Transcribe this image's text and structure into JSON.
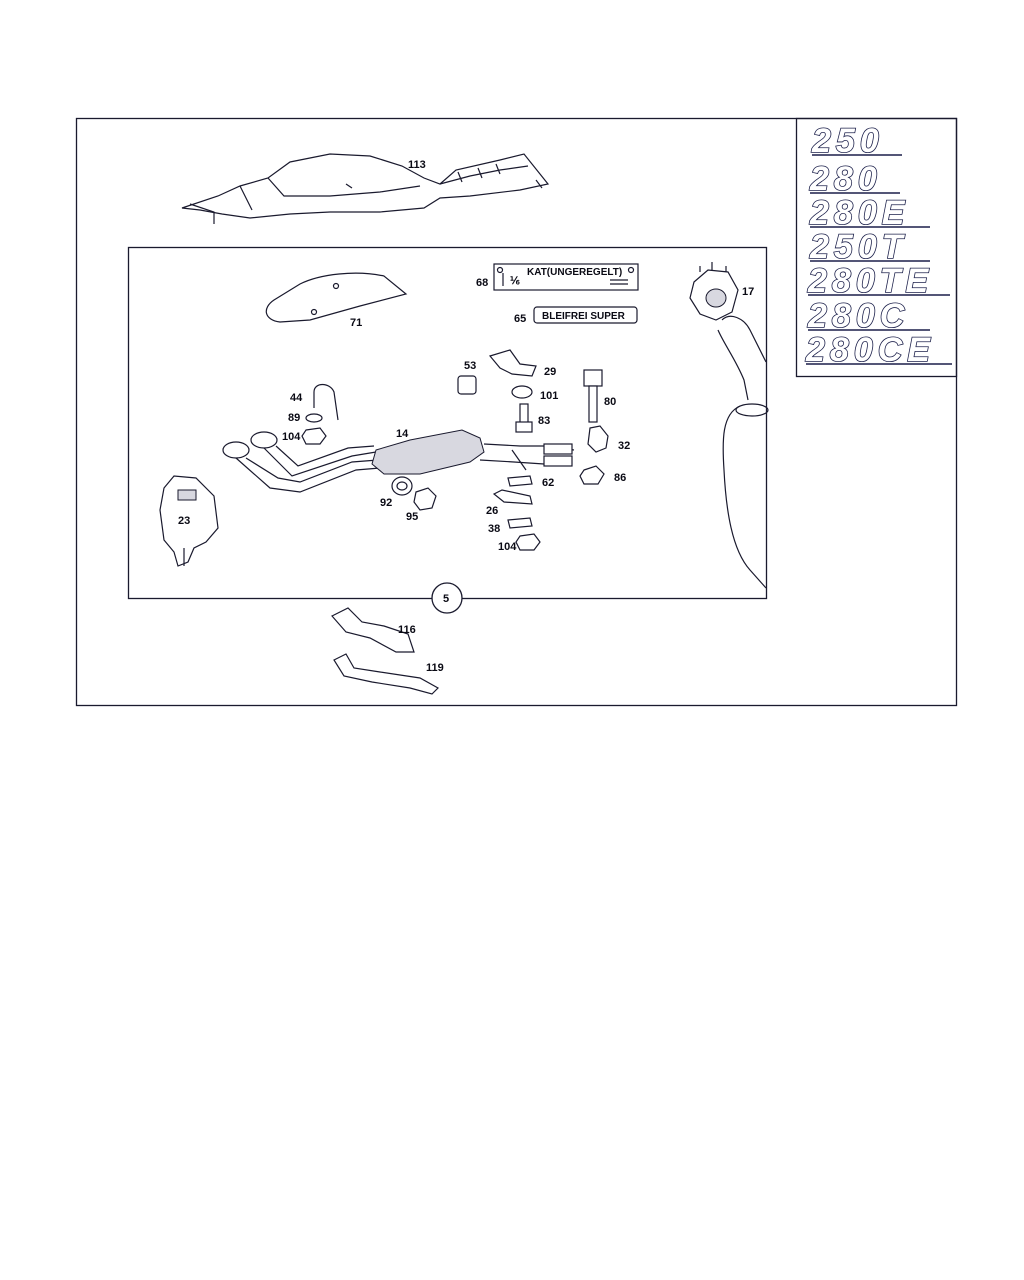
{
  "parts": {
    "p113": "113",
    "p71": "71",
    "p68": "68",
    "p65": "65",
    "p17": "17",
    "p53": "53",
    "p29": "29",
    "p101": "101",
    "p83": "83",
    "p80": "80",
    "p44": "44",
    "p89": "89",
    "p104a": "104",
    "p14": "14",
    "p32": "32",
    "p86": "86",
    "p62": "62",
    "p92": "92",
    "p95": "95",
    "p26": "26",
    "p38": "38",
    "p104b": "104",
    "p23": "23",
    "p5": "5",
    "p116": "116",
    "p119": "119"
  },
  "plate": {
    "text": "KAT(UNGEREGELT)"
  },
  "label": {
    "text": "BLEIFREI SUPER"
  },
  "badges": [
    "250",
    "280",
    "280E",
    "250T",
    "280TE",
    "280C",
    "280CE"
  ]
}
